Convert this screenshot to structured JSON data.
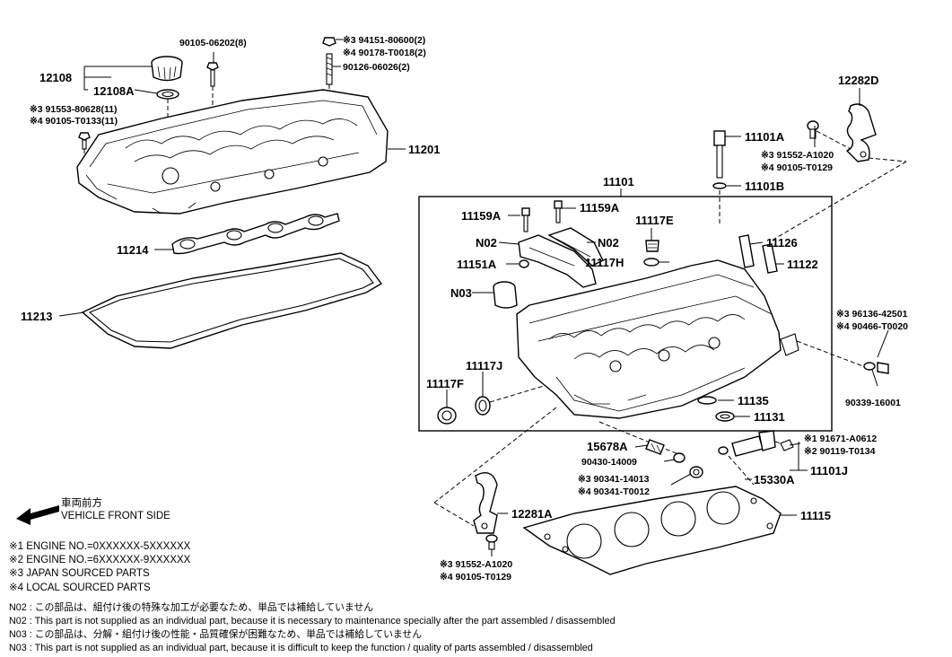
{
  "callouts": {
    "c12108": "12108",
    "c12108A": "12108A",
    "c90105_06202": "90105-06202(8)",
    "c94151_80600": "※3 94151-80600(2)",
    "c90178_T0018": "※4 90178-T0018(2)",
    "c90126_06026": "90126-06026(2)",
    "c91553_80628": "※3 91553-80628(11)",
    "c90105_T0133": "※4 90105-T0133(11)",
    "c11201": "11201",
    "c12282D": "12282D",
    "c11101A": "11101A",
    "c91552_A1020_top": "※3 91552-A1020",
    "c90105_T0129_top": "※4 90105-T0129",
    "c11101B": "11101B",
    "c11101": "11101",
    "c11159A_1": "11159A",
    "c11159A_2": "11159A",
    "c11117E": "11117E",
    "cN02_1": "N02",
    "cN02_2": "N02",
    "c11126": "11126",
    "c11151A": "11151A",
    "c11117H": "11117H",
    "c11122": "11122",
    "c11214": "11214",
    "cN03": "N03",
    "c11213": "11213",
    "c96136_42501": "※3 96136-42501",
    "c90466_T0020": "※4 90466-T0020",
    "c11117J": "11117J",
    "c11117F": "11117F",
    "c90339_16001": "90339-16001",
    "c11135": "11135",
    "c11131": "11131",
    "c15678A": "15678A",
    "c91671_A0612": "※1 91671-A0612",
    "c90119_T0134": "※2 90119-T0134",
    "c90430_14009": "90430-14009",
    "c11101J": "11101J",
    "c90341_14013": "※3 90341-14013",
    "c90341_T0012": "※4 90341-T0012",
    "c15330A": "15330A",
    "c12281A": "12281A",
    "c11115": "11115",
    "c91552_A1020_bot": "※3 91552-A1020",
    "c90105_T0129_bot": "※4 90105-T0129"
  },
  "front_indicator": {
    "jp": "車両前方",
    "en": "VEHICLE FRONT SIDE"
  },
  "legend": [
    "※1 ENGINE NO.=0XXXXXX-5XXXXXX",
    "※2 ENGINE NO.=6XXXXXX-9XXXXXX",
    "※3 JAPAN SOURCED PARTS",
    "※4 LOCAL SOURCED PARTS"
  ],
  "notes": [
    "N02 : この部品は、組付け後の特殊な加工が必要なため、単品では補給していません",
    "N02 : This part is not supplied as an individual part, because it is necessary to maintenance specially after the part assembled / disassembled",
    "N03 : この部品は、分解・組付け後の性能・品質確保が困難なため、単品では補給していません",
    "N03 : This part is not supplied as an individual part, because it is difficult to keep the function / quality of parts  assembled / disassembled"
  ]
}
